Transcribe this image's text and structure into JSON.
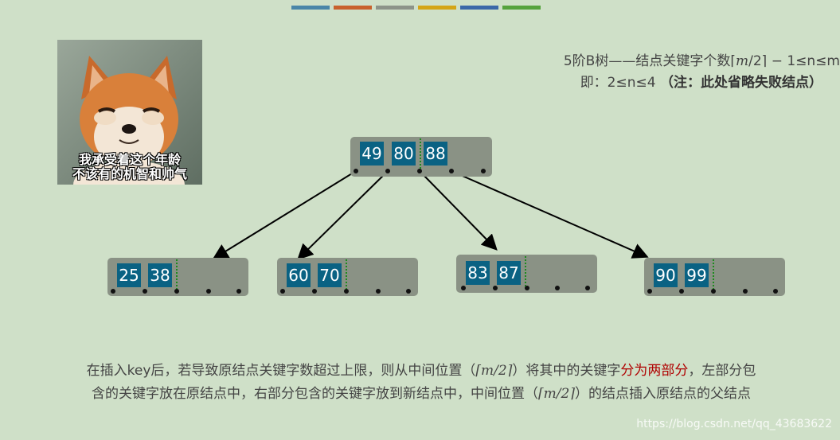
{
  "decor_bar_colors": [
    "#4a86a8",
    "#c8622c",
    "#8d9489",
    "#d4a516",
    "#3b68a8",
    "#56a33e"
  ],
  "meme": {
    "caption_line1": "我承受着这个年龄",
    "caption_line2": "不该有的机智和帅气"
  },
  "rule": {
    "line1_prefix": "5阶B树——结点关键字个数",
    "line1_ceil_left": "⌈",
    "line1_m": "m",
    "line1_over2": "/2⌉",
    "line1_suffix": " − 1≤n≤m",
    "line2_prefix": "即：2≤n≤4 ",
    "line2_note": "（注：此处省略失败结点）"
  },
  "tree": {
    "root": {
      "keys": [
        "49",
        "80",
        "88"
      ]
    },
    "children": [
      {
        "keys": [
          "25",
          "38"
        ]
      },
      {
        "keys": [
          "60",
          "70"
        ]
      },
      {
        "keys": [
          "83",
          "87"
        ]
      },
      {
        "keys": [
          "90",
          "99"
        ]
      }
    ]
  },
  "explanation": {
    "line1_a": "在插入key后，若导致原结点关键字数超过上限，则从中间位置（",
    "line1_ceil": "⌈m/2⌉",
    "line1_b": "）将其中的关键字",
    "line1_red": "分为两部分",
    "line1_c": "，左部分包",
    "line2_a": "含的关键字放在原结点中，右部分包含的关键字放到新结点中，中间位置（",
    "line2_ceil": "⌈m/2⌉",
    "line2_b": "）的结点插入原结点的父结点"
  },
  "watermark": "https://blog.csdn.net/qq_43683622"
}
